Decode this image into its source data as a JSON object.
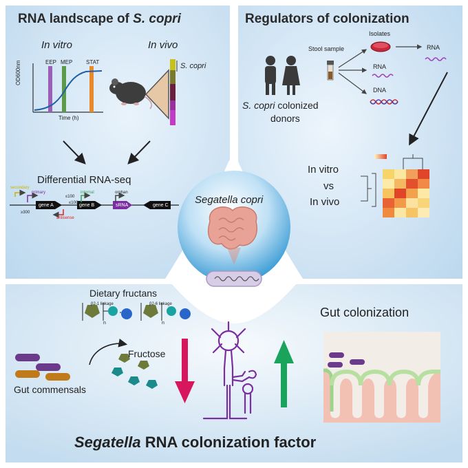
{
  "top_left": {
    "title_plain": "RNA landscape of ",
    "title_italic": "S. copri",
    "in_vitro": "In vitro",
    "in_vivo": "In vivo",
    "phase_labels": [
      "EEP",
      "MEP",
      "STAT"
    ],
    "y_axis_label": "OD600nm",
    "x_axis_label": "Time (h)",
    "species_label": "S. copri",
    "diff_label": "Differential RNA-seq",
    "gene_labels": [
      "gene A",
      "gene B",
      "gene C"
    ],
    "tss_labels": {
      "secondary": "secondary",
      "primary": "primary",
      "internal": "internal",
      "orphan": "orphan",
      "antisense": "antisense",
      "srna": "sRNA",
      "d300": "≥300",
      "d100a": "≤100",
      "d100b": "≤100"
    }
  },
  "top_right": {
    "title": "Regulators of colonization",
    "stool_label": "Stool sample",
    "isolates_label": "Isolates",
    "rna_label_1": "RNA",
    "rna_label_2": "RNA",
    "dna_label": "DNA",
    "donors_italic": "S. copri",
    "donors_rest": " colonized",
    "donors_line2": "donors",
    "compare_1": "In vitro",
    "compare_2": "vs",
    "compare_3": "In vivo"
  },
  "center": {
    "organism": "Segatella copri"
  },
  "bottom": {
    "fructans_label": "Dietary fructans",
    "linkage_1": "β2-1 linkage",
    "linkage_2": "β2-6 linkage",
    "n_1": "n",
    "n_2": "n",
    "fructose_label": "Fructose",
    "commensals_label": "Gut commensals",
    "colonization_label": "Gut colonization",
    "footer_italic": "Segatella",
    "footer_rest": " RNA colonization factor"
  },
  "colors": {
    "panel_blue": "#d6e8f5",
    "eep": "#9b5fb5",
    "mep": "#5a9a4a",
    "stat": "#e88a2c",
    "down_arrow": "#d6175e",
    "up_arrow": "#1aa35a",
    "srna": "#7a2ea0"
  }
}
